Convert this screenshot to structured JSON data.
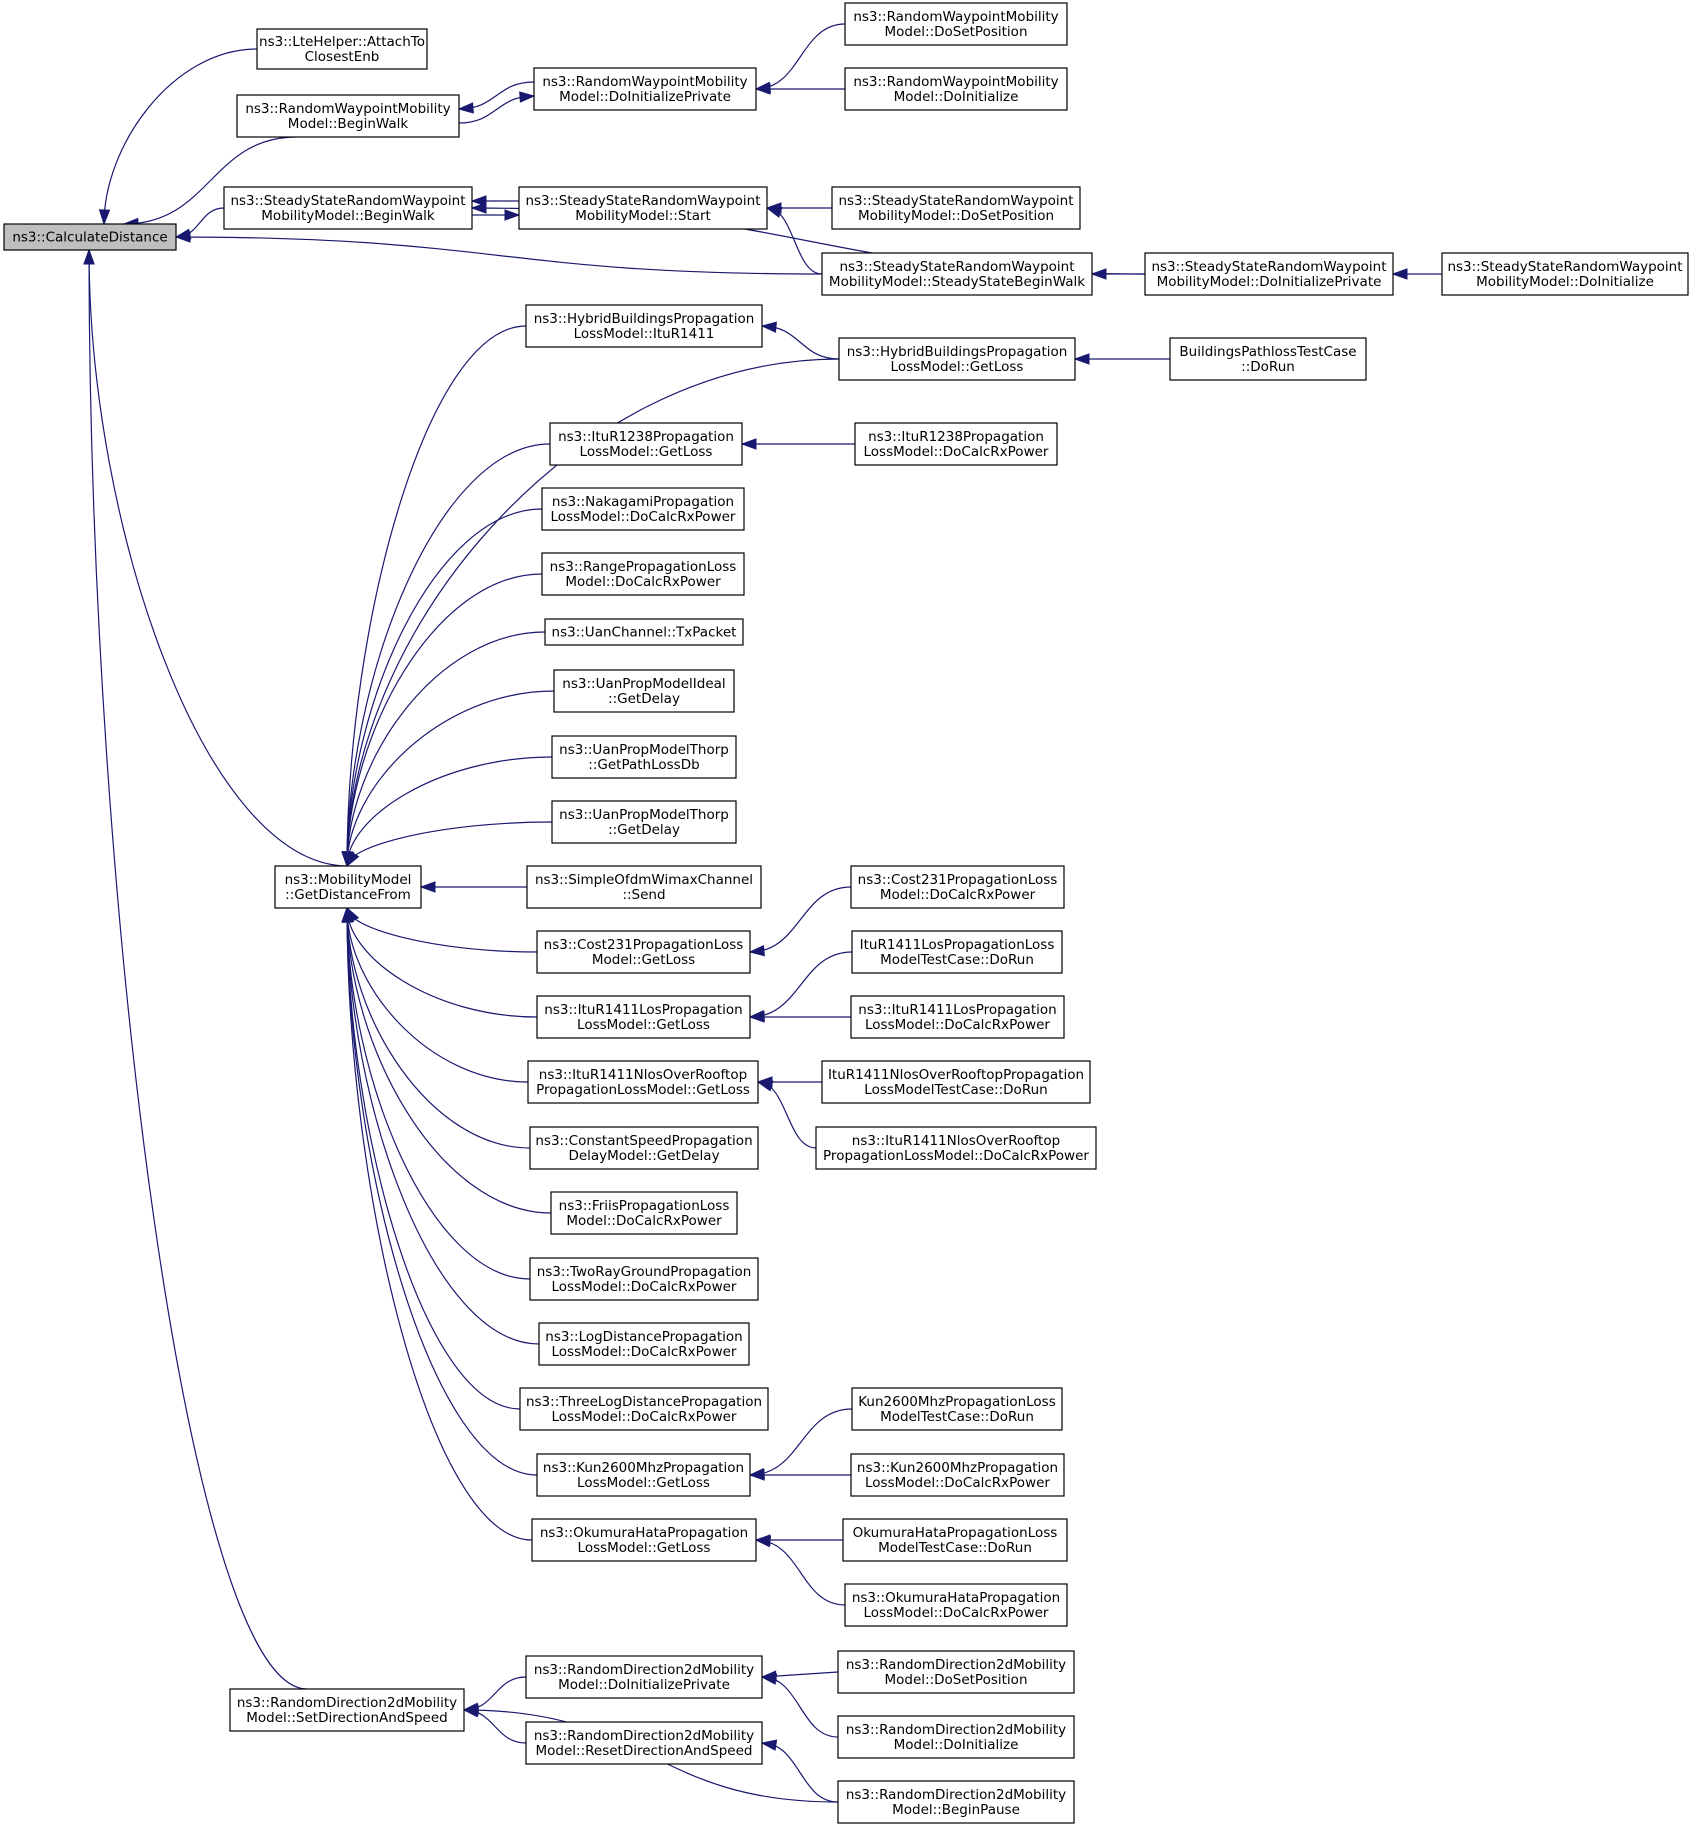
{
  "graph": {
    "title": "",
    "edge_color": "#191970",
    "root_fill": "#bfbfbf",
    "nodes": [
      {
        "id": "calc",
        "lines": [
          "ns3::CalculateDistance"
        ],
        "root": true
      },
      {
        "id": "lte",
        "lines": [
          "ns3::LteHelper::AttachTo",
          "ClosestEnb"
        ]
      },
      {
        "id": "rwp_bw",
        "lines": [
          "ns3::RandomWaypointMobility",
          "Model::BeginWalk"
        ]
      },
      {
        "id": "rwp_dip",
        "lines": [
          "ns3::RandomWaypointMobility",
          "Model::DoInitializePrivate"
        ]
      },
      {
        "id": "rwp_dsp",
        "lines": [
          "ns3::RandomWaypointMobility",
          "Model::DoSetPosition"
        ]
      },
      {
        "id": "rwp_di",
        "lines": [
          "ns3::RandomWaypointMobility",
          "Model::DoInitialize"
        ]
      },
      {
        "id": "ss_bw",
        "lines": [
          "ns3::SteadyStateRandomWaypoint",
          "MobilityModel::BeginWalk"
        ]
      },
      {
        "id": "ss_start",
        "lines": [
          "ns3::SteadyStateRandomWaypoint",
          "MobilityModel::Start"
        ]
      },
      {
        "id": "ss_dsp",
        "lines": [
          "ns3::SteadyStateRandomWaypoint",
          "MobilityModel::DoSetPosition"
        ]
      },
      {
        "id": "ss_sbw",
        "lines": [
          "ns3::SteadyStateRandomWaypoint",
          "MobilityModel::SteadyStateBeginWalk"
        ]
      },
      {
        "id": "ss_dip",
        "lines": [
          "ns3::SteadyStateRandomWaypoint",
          "MobilityModel::DoInitializePrivate"
        ]
      },
      {
        "id": "ss_di",
        "lines": [
          "ns3::SteadyStateRandomWaypoint",
          "MobilityModel::DoInitialize"
        ]
      },
      {
        "id": "mm_gdf",
        "lines": [
          "ns3::MobilityModel",
          "::GetDistanceFrom"
        ]
      },
      {
        "id": "hb_itu",
        "lines": [
          "ns3::HybridBuildingsPropagation",
          "LossModel::ItuR1411"
        ]
      },
      {
        "id": "hb_gl",
        "lines": [
          "ns3::HybridBuildingsPropagation",
          "LossModel::GetLoss"
        ]
      },
      {
        "id": "bpt",
        "lines": [
          "BuildingsPathlossTestCase",
          "::DoRun"
        ]
      },
      {
        "id": "itu1238_gl",
        "lines": [
          "ns3::ItuR1238Propagation",
          "LossModel::GetLoss"
        ]
      },
      {
        "id": "itu1238_dc",
        "lines": [
          "ns3::ItuR1238Propagation",
          "LossModel::DoCalcRxPower"
        ]
      },
      {
        "id": "naka",
        "lines": [
          "ns3::NakagamiPropagation",
          "LossModel::DoCalcRxPower"
        ]
      },
      {
        "id": "range",
        "lines": [
          "ns3::RangePropagationLoss",
          "Model::DoCalcRxPower"
        ]
      },
      {
        "id": "uan_tx",
        "lines": [
          "ns3::UanChannel::TxPacket"
        ]
      },
      {
        "id": "uan_ideal",
        "lines": [
          "ns3::UanPropModelIdeal",
          "::GetDelay"
        ]
      },
      {
        "id": "uan_thorp_pl",
        "lines": [
          "ns3::UanPropModelThorp",
          "::GetPathLossDb"
        ]
      },
      {
        "id": "uan_thorp_d",
        "lines": [
          "ns3::UanPropModelThorp",
          "::GetDelay"
        ]
      },
      {
        "id": "wimax",
        "lines": [
          "ns3::SimpleOfdmWimaxChannel",
          "::Send"
        ]
      },
      {
        "id": "cost_gl",
        "lines": [
          "ns3::Cost231PropagationLoss",
          "Model::GetLoss"
        ]
      },
      {
        "id": "cost_dc",
        "lines": [
          "ns3::Cost231PropagationLoss",
          "Model::DoCalcRxPower"
        ]
      },
      {
        "id": "itulos_gl",
        "lines": [
          "ns3::ItuR1411LosPropagation",
          "LossModel::GetLoss"
        ]
      },
      {
        "id": "itulos_tc",
        "lines": [
          "ItuR1411LosPropagationLoss",
          "ModelTestCase::DoRun"
        ]
      },
      {
        "id": "itulos_dc",
        "lines": [
          "ns3::ItuR1411LosPropagation",
          "LossModel::DoCalcRxPower"
        ]
      },
      {
        "id": "itunlos_gl",
        "lines": [
          "ns3::ItuR1411NlosOverRooftop",
          "PropagationLossModel::GetLoss"
        ]
      },
      {
        "id": "itunlos_tc",
        "lines": [
          "ItuR1411NlosOverRooftopPropagation",
          "LossModelTestCase::DoRun"
        ]
      },
      {
        "id": "itunlos_dc",
        "lines": [
          "ns3::ItuR1411NlosOverRooftop",
          "PropagationLossModel::DoCalcRxPower"
        ]
      },
      {
        "id": "csp",
        "lines": [
          "ns3::ConstantSpeedPropagation",
          "DelayModel::GetDelay"
        ]
      },
      {
        "id": "friis",
        "lines": [
          "ns3::FriisPropagationLoss",
          "Model::DoCalcRxPower"
        ]
      },
      {
        "id": "tworay",
        "lines": [
          "ns3::TwoRayGroundPropagation",
          "LossModel::DoCalcRxPower"
        ]
      },
      {
        "id": "logd",
        "lines": [
          "ns3::LogDistancePropagation",
          "LossModel::DoCalcRxPower"
        ]
      },
      {
        "id": "threelog",
        "lines": [
          "ns3::ThreeLogDistancePropagation",
          "LossModel::DoCalcRxPower"
        ]
      },
      {
        "id": "kun_gl",
        "lines": [
          "ns3::Kun2600MhzPropagation",
          "LossModel::GetLoss"
        ]
      },
      {
        "id": "kun_tc",
        "lines": [
          "Kun2600MhzPropagationLoss",
          "ModelTestCase::DoRun"
        ]
      },
      {
        "id": "kun_dc",
        "lines": [
          "ns3::Kun2600MhzPropagation",
          "LossModel::DoCalcRxPower"
        ]
      },
      {
        "id": "oh_gl",
        "lines": [
          "ns3::OkumuraHataPropagation",
          "LossModel::GetLoss"
        ]
      },
      {
        "id": "oh_tc",
        "lines": [
          "OkumuraHataPropagationLoss",
          "ModelTestCase::DoRun"
        ]
      },
      {
        "id": "oh_dc",
        "lines": [
          "ns3::OkumuraHataPropagation",
          "LossModel::DoCalcRxPower"
        ]
      },
      {
        "id": "rd_sds",
        "lines": [
          "ns3::RandomDirection2dMobility",
          "Model::SetDirectionAndSpeed"
        ]
      },
      {
        "id": "rd_dip",
        "lines": [
          "ns3::RandomDirection2dMobility",
          "Model::DoInitializePrivate"
        ]
      },
      {
        "id": "rd_rds",
        "lines": [
          "ns3::RandomDirection2dMobility",
          "Model::ResetDirectionAndSpeed"
        ]
      },
      {
        "id": "rd_dsp",
        "lines": [
          "ns3::RandomDirection2dMobility",
          "Model::DoSetPosition"
        ]
      },
      {
        "id": "rd_di",
        "lines": [
          "ns3::RandomDirection2dMobility",
          "Model::DoInitialize"
        ]
      },
      {
        "id": "rd_bp",
        "lines": [
          "ns3::RandomDirection2dMobility",
          "Model::BeginPause"
        ]
      }
    ],
    "edges": [
      {
        "from": "lte",
        "to": "calc"
      },
      {
        "from": "rwp_bw",
        "to": "calc"
      },
      {
        "from": "ss_bw",
        "to": "calc"
      },
      {
        "from": "ss_sbw",
        "to": "calc"
      },
      {
        "from": "mm_gdf",
        "to": "calc"
      },
      {
        "from": "rd_sds",
        "to": "calc"
      },
      {
        "from": "rwp_dip",
        "to": "rwp_bw"
      },
      {
        "from": "rwp_bw",
        "to": "rwp_dip"
      },
      {
        "from": "rwp_dsp",
        "to": "rwp_dip"
      },
      {
        "from": "rwp_di",
        "to": "rwp_dip"
      },
      {
        "from": "ss_start",
        "to": "ss_bw"
      },
      {
        "from": "ss_bw",
        "to": "ss_start"
      },
      {
        "from": "ss_dip",
        "to": "ss_bw"
      },
      {
        "from": "ss_dsp",
        "to": "ss_start"
      },
      {
        "from": "ss_sbw",
        "to": "ss_start"
      },
      {
        "from": "ss_dip",
        "to": "ss_sbw"
      },
      {
        "from": "ss_di",
        "to": "ss_dip"
      },
      {
        "from": "hb_itu",
        "to": "mm_gdf"
      },
      {
        "from": "hb_gl",
        "to": "mm_gdf"
      },
      {
        "from": "itu1238_gl",
        "to": "mm_gdf"
      },
      {
        "from": "naka",
        "to": "mm_gdf"
      },
      {
        "from": "range",
        "to": "mm_gdf"
      },
      {
        "from": "uan_tx",
        "to": "mm_gdf"
      },
      {
        "from": "uan_ideal",
        "to": "mm_gdf"
      },
      {
        "from": "uan_thorp_pl",
        "to": "mm_gdf"
      },
      {
        "from": "uan_thorp_d",
        "to": "mm_gdf"
      },
      {
        "from": "wimax",
        "to": "mm_gdf"
      },
      {
        "from": "cost_gl",
        "to": "mm_gdf"
      },
      {
        "from": "itulos_gl",
        "to": "mm_gdf"
      },
      {
        "from": "itunlos_gl",
        "to": "mm_gdf"
      },
      {
        "from": "csp",
        "to": "mm_gdf"
      },
      {
        "from": "friis",
        "to": "mm_gdf"
      },
      {
        "from": "tworay",
        "to": "mm_gdf"
      },
      {
        "from": "logd",
        "to": "mm_gdf"
      },
      {
        "from": "threelog",
        "to": "mm_gdf"
      },
      {
        "from": "kun_gl",
        "to": "mm_gdf"
      },
      {
        "from": "oh_gl",
        "to": "mm_gdf"
      },
      {
        "from": "hb_gl",
        "to": "hb_itu"
      },
      {
        "from": "bpt",
        "to": "hb_gl"
      },
      {
        "from": "itu1238_dc",
        "to": "itu1238_gl"
      },
      {
        "from": "cost_dc",
        "to": "cost_gl"
      },
      {
        "from": "itulos_tc",
        "to": "itulos_gl"
      },
      {
        "from": "itulos_dc",
        "to": "itulos_gl"
      },
      {
        "from": "itunlos_tc",
        "to": "itunlos_gl"
      },
      {
        "from": "itunlos_dc",
        "to": "itunlos_gl"
      },
      {
        "from": "kun_tc",
        "to": "kun_gl"
      },
      {
        "from": "kun_dc",
        "to": "kun_gl"
      },
      {
        "from": "oh_tc",
        "to": "oh_gl"
      },
      {
        "from": "oh_dc",
        "to": "oh_gl"
      },
      {
        "from": "rd_dip",
        "to": "rd_sds"
      },
      {
        "from": "rd_rds",
        "to": "rd_sds"
      },
      {
        "from": "rd_bp",
        "to": "rd_sds"
      },
      {
        "from": "rd_dsp",
        "to": "rd_dip"
      },
      {
        "from": "rd_di",
        "to": "rd_dip"
      },
      {
        "from": "rd_bp",
        "to": "rd_rds"
      }
    ]
  }
}
